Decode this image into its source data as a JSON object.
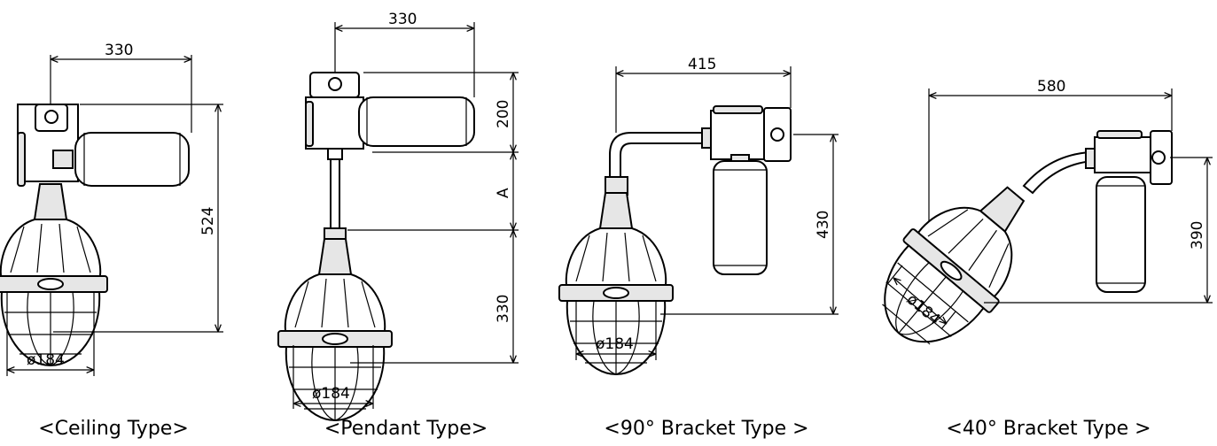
{
  "ceiling": {
    "caption": "<Ceiling Type>",
    "width": "330",
    "height": "524",
    "diameter": "ø184"
  },
  "pendant": {
    "caption": "<Pendant Type>",
    "width": "330",
    "top": "200",
    "mid": "A",
    "bottom": "330",
    "diameter": "ø184"
  },
  "bracket90": {
    "caption": "<90° Bracket Type >",
    "width": "415",
    "height": "430",
    "diameter": "ø184"
  },
  "bracket40": {
    "caption": "<40° Bracket Type >",
    "width": "580",
    "height": "390",
    "diameter": "ø184"
  }
}
